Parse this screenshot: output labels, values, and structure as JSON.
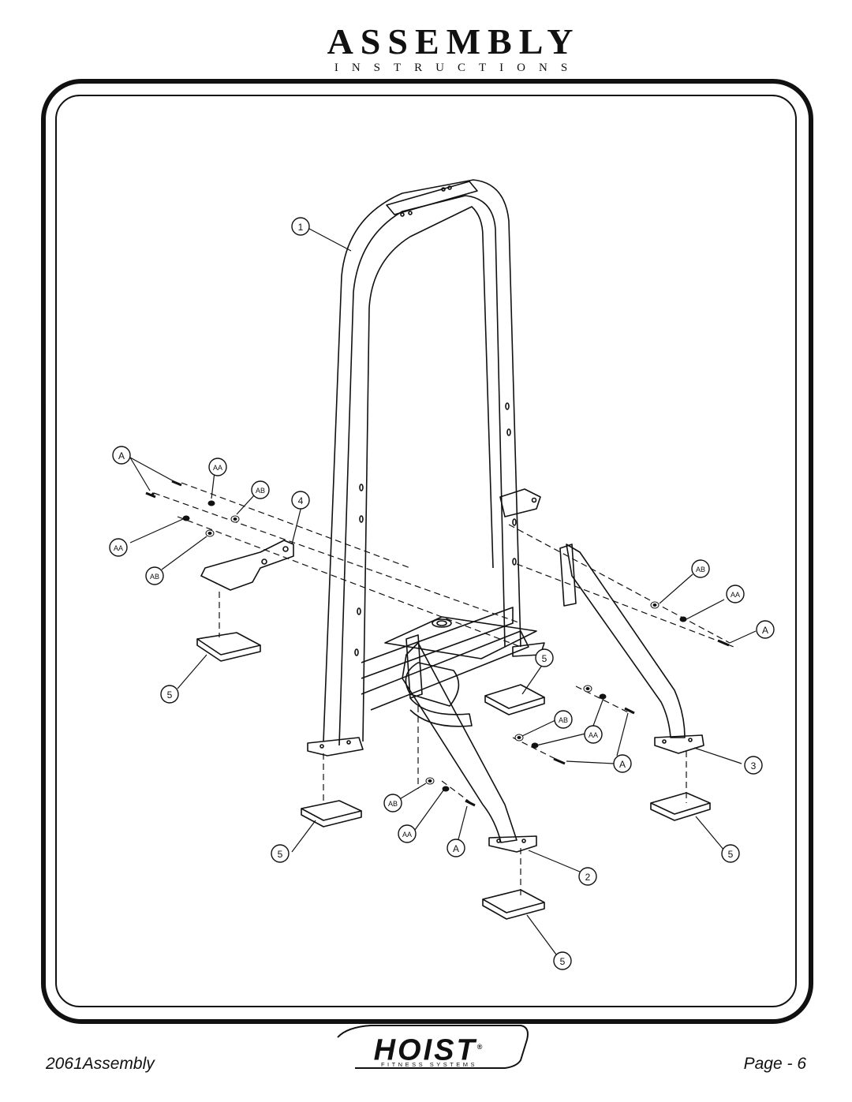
{
  "header": {
    "title": "ASSEMBLY",
    "subtitle": "INSTRUCTIONS"
  },
  "diagram": {
    "callouts": {
      "part_1": "1",
      "part_2": "2",
      "part_3": "3",
      "part_4": "4",
      "part_5": "5",
      "hw_a": "A",
      "hw_aa": "AA",
      "hw_ab": "AB"
    }
  },
  "footer": {
    "doc_name": "2061Assembly",
    "page": "Page - 6",
    "logo": {
      "word": "HOIST",
      "tagline": "FITNESS SYSTEMS",
      "mark": "®"
    }
  }
}
